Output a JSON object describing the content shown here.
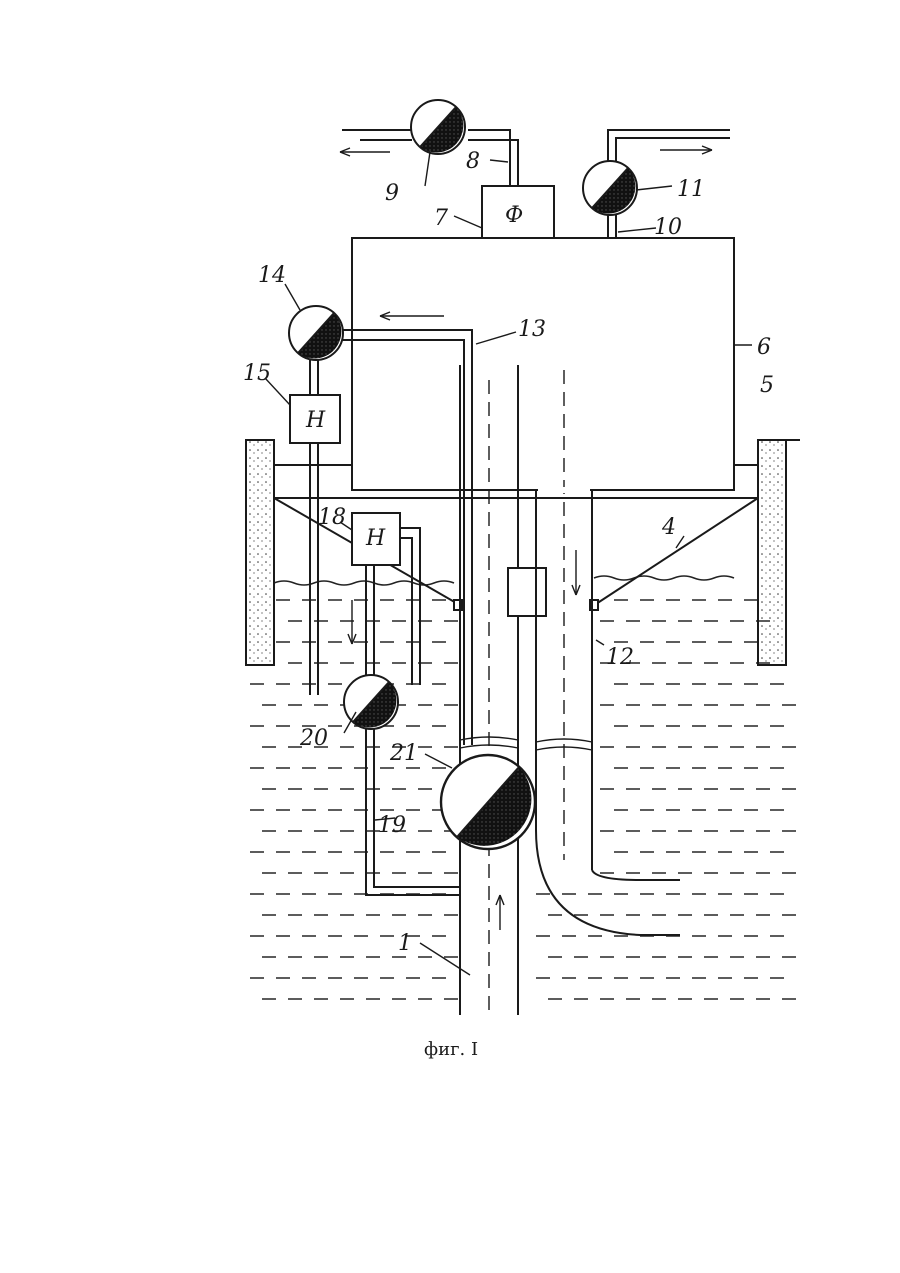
{
  "figure": {
    "caption": "фиг. I",
    "box_labels": {
      "filter": "Ф",
      "pump_15": "Н",
      "pump_18": "Н"
    },
    "labels": {
      "n1": "1",
      "n4": "4",
      "n5": "5",
      "n6": "6",
      "n7": "7",
      "n8": "8",
      "n9": "9",
      "n10": "10",
      "n11": "11",
      "n12": "12",
      "n13": "13",
      "n14": "14",
      "n15": "15",
      "n18": "18",
      "n19": "19",
      "n20": "20",
      "n21": "21"
    }
  }
}
